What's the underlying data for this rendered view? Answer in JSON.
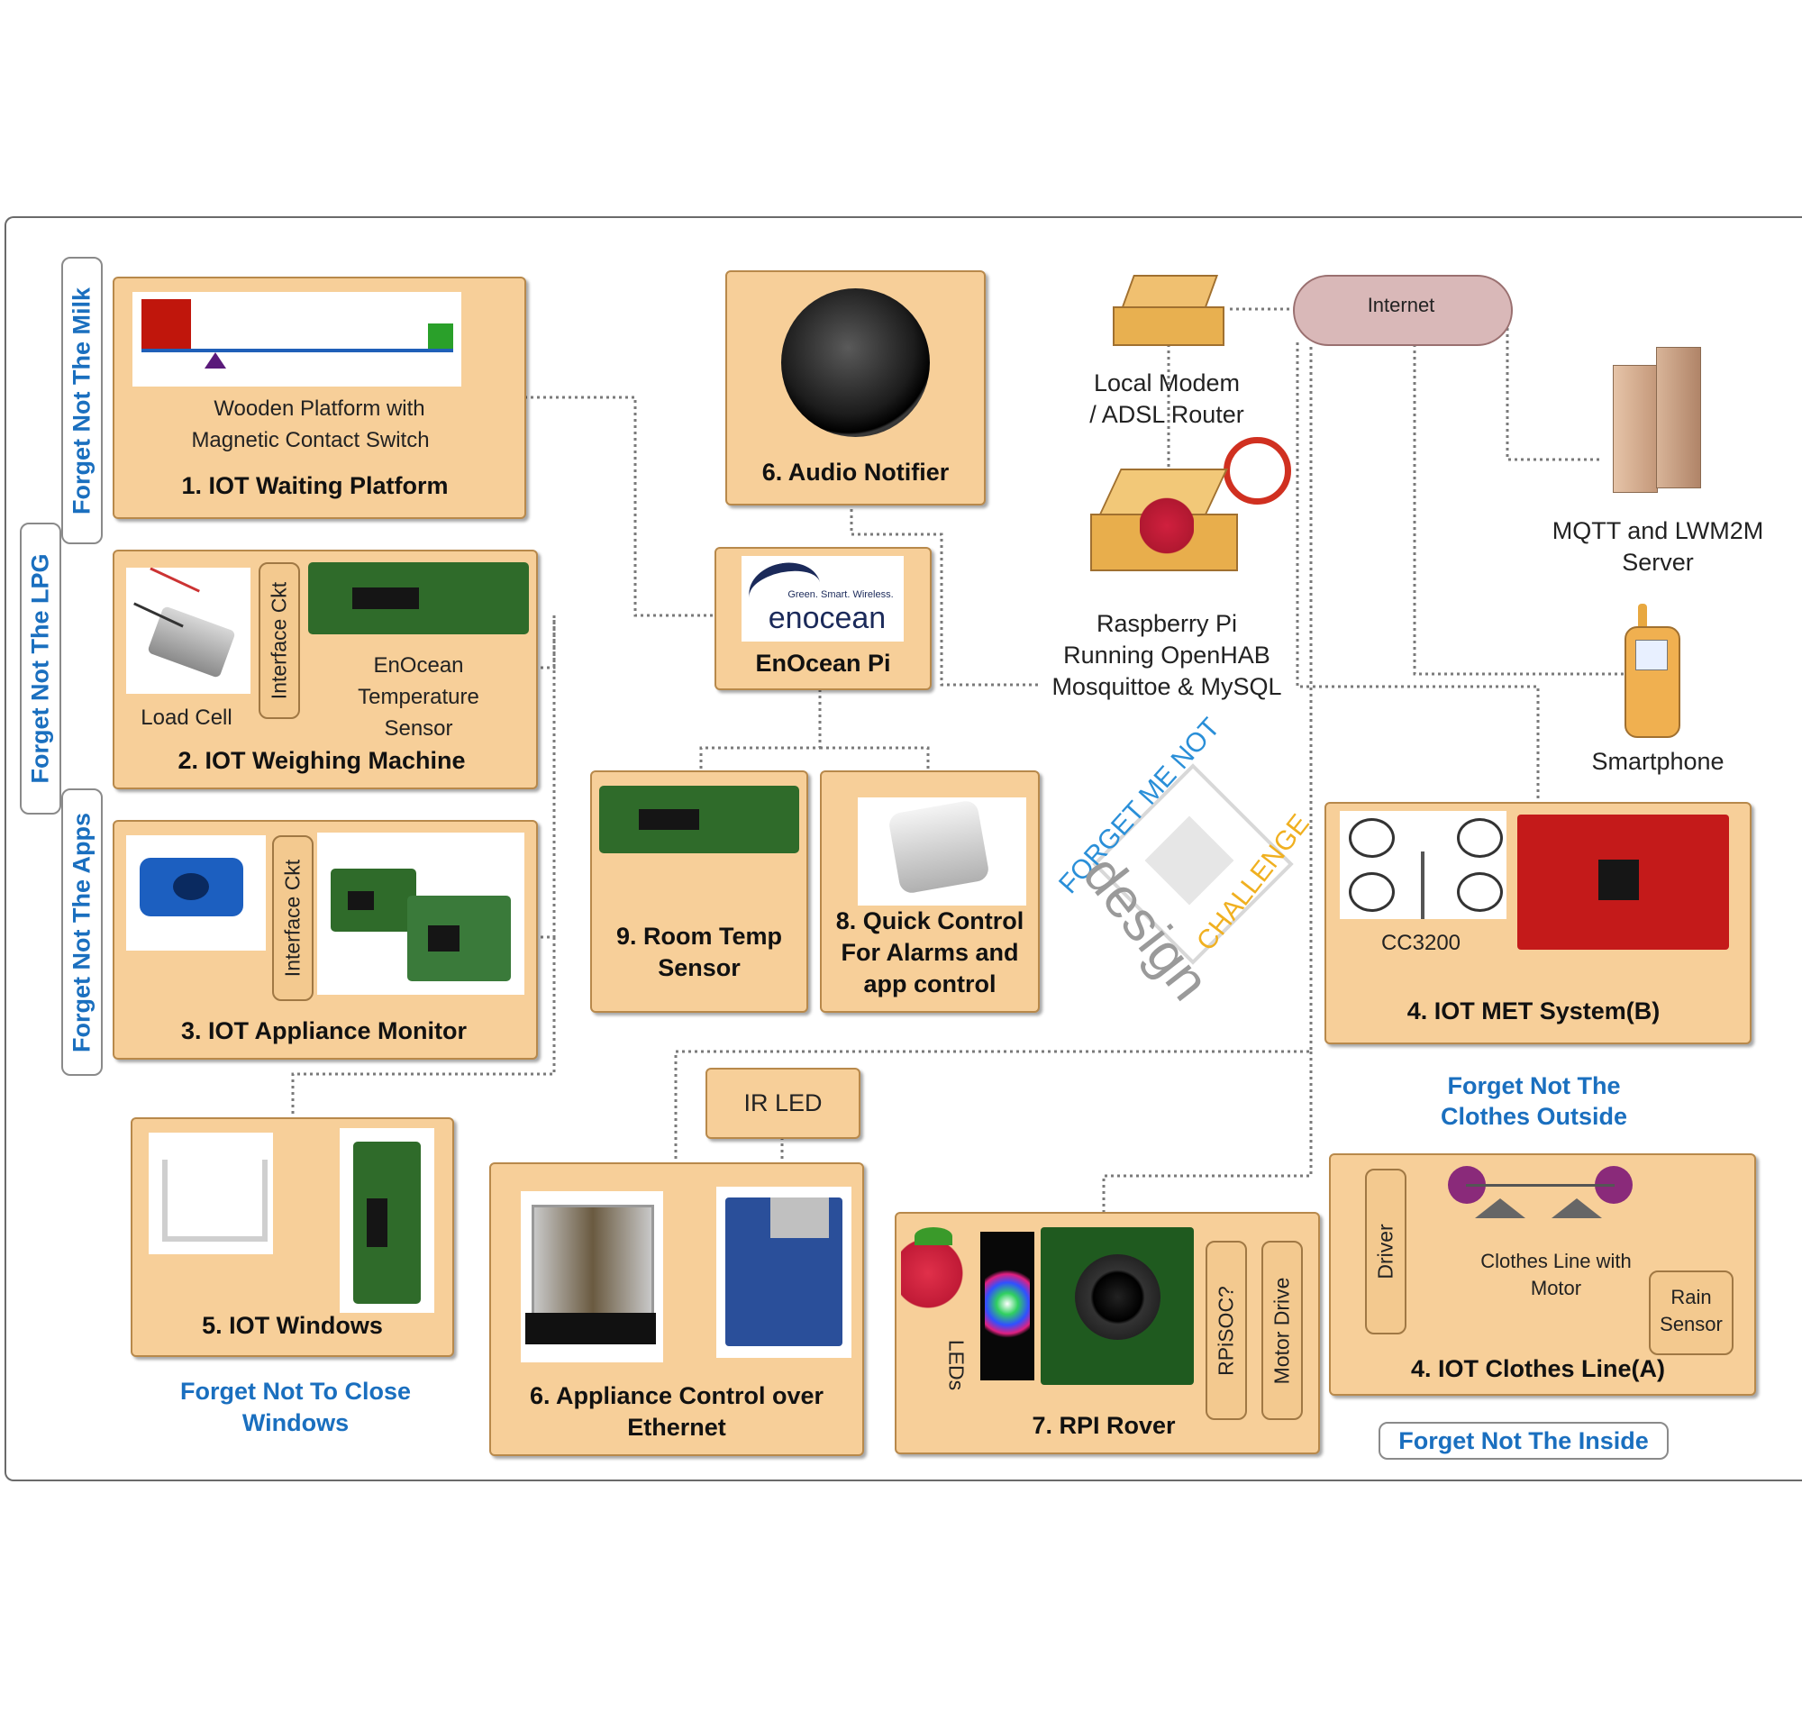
{
  "side_tabs": {
    "milk": "Forget Not The Milk",
    "lpg": "Forget Not The LPG",
    "apps": "Forget Not The Apps"
  },
  "waiting_platform": {
    "desc_line1": "Wooden Platform with",
    "desc_line2": "Magnetic Contact Switch",
    "title": "1. IOT Waiting Platform"
  },
  "weighing_machine": {
    "load_cell": "Load Cell",
    "interface": "Interface Ckt",
    "sensor_line1": "EnOcean",
    "sensor_line2": "Temperature",
    "sensor_line3": "Sensor",
    "title": "2. IOT Weighing Machine"
  },
  "appliance_monitor": {
    "interface": "Interface Ckt",
    "title": "3. IOT Appliance Monitor"
  },
  "windows": {
    "title": "5. IOT Windows",
    "caption_line1": "Forget Not To Close",
    "caption_line2": "Windows"
  },
  "audio_notifier": {
    "title": "6. Audio Notifier"
  },
  "enocean_pi": {
    "logo_tagline": "Green. Smart. Wireless.",
    "logo_name": "enocean",
    "title": "EnOcean Pi"
  },
  "room_temp": {
    "title_line1": "9. Room Temp",
    "title_line2": "Sensor"
  },
  "quick_control": {
    "title_line1": "8. Quick Control",
    "title_line2": "For Alarms and",
    "title_line3": "app control"
  },
  "ir_led": {
    "label": "IR LED"
  },
  "appliance_control": {
    "title_line1": "6. Appliance Control over",
    "title_line2": "Ethernet"
  },
  "rover": {
    "leds": "LEDs",
    "rpisoc": "RPiSOC?",
    "motor_drive": "Motor Drive",
    "title": "7. RPI Rover"
  },
  "network": {
    "internet": "Internet",
    "modem_line1": "Local Modem",
    "modem_line2": "/ ADSL Router",
    "pi_line1": "Raspberry Pi",
    "pi_line2": "Running OpenHAB",
    "pi_line3": "Mosquittoe & MySQL",
    "server_line1": "MQTT and LWM2M",
    "server_line2": "Server",
    "smartphone": "Smartphone"
  },
  "design_challenge": {
    "top": "FORGET ME NOT",
    "main": "design",
    "side": "CHALLENGE"
  },
  "met_system": {
    "cc3200": "CC3200",
    "title": "4. IOT MET System(B)",
    "caption_line1": "Forget Not The",
    "caption_line2": "Clothes Outside"
  },
  "clothes_line": {
    "driver": "Driver",
    "desc_line1": "Clothes Line with",
    "desc_line2": "Motor",
    "rain_line1": "Rain",
    "rain_line2": "Sensor",
    "title": "4. IOT Clothes Line(A)",
    "caption": "Forget Not The Inside"
  },
  "colors": {
    "box_fill": "#f7cf99",
    "box_border": "#b8894b",
    "caption_blue": "#1a6fbf"
  }
}
